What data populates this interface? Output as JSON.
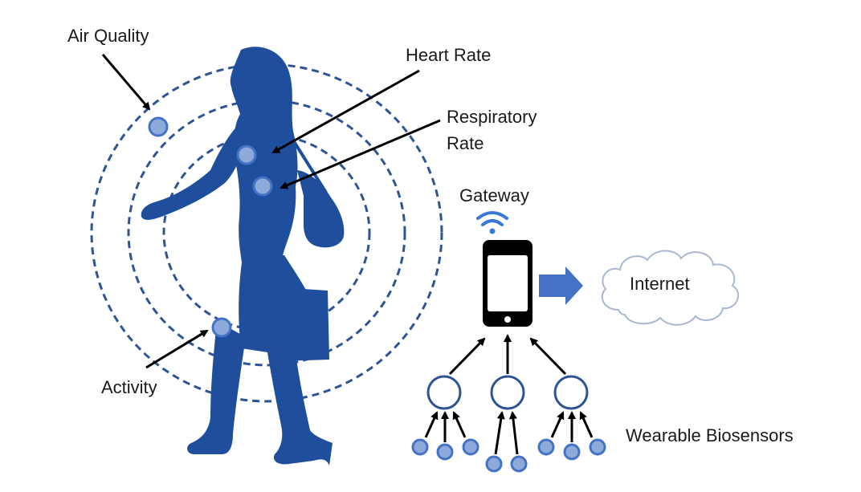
{
  "labels": {
    "air_quality": "Air Quality",
    "heart_rate": "Heart Rate",
    "respiratory_line1": "Respiratory",
    "respiratory_line2": "Rate",
    "activity": "Activity",
    "gateway": "Gateway",
    "internet": "Internet",
    "wearable_biosensors": "Wearable Biosensors"
  },
  "colors": {
    "silhouette": "#1f4e9c",
    "ring": "#2f5496",
    "sensor_fill": "#8eaadb",
    "sensor_stroke": "#4472c4",
    "arrow": "#4472c4",
    "text": "#1a1a1a"
  },
  "icons": {
    "wifi": "wifi-icon",
    "phone": "smartphone-icon",
    "cloud": "cloud-icon"
  }
}
